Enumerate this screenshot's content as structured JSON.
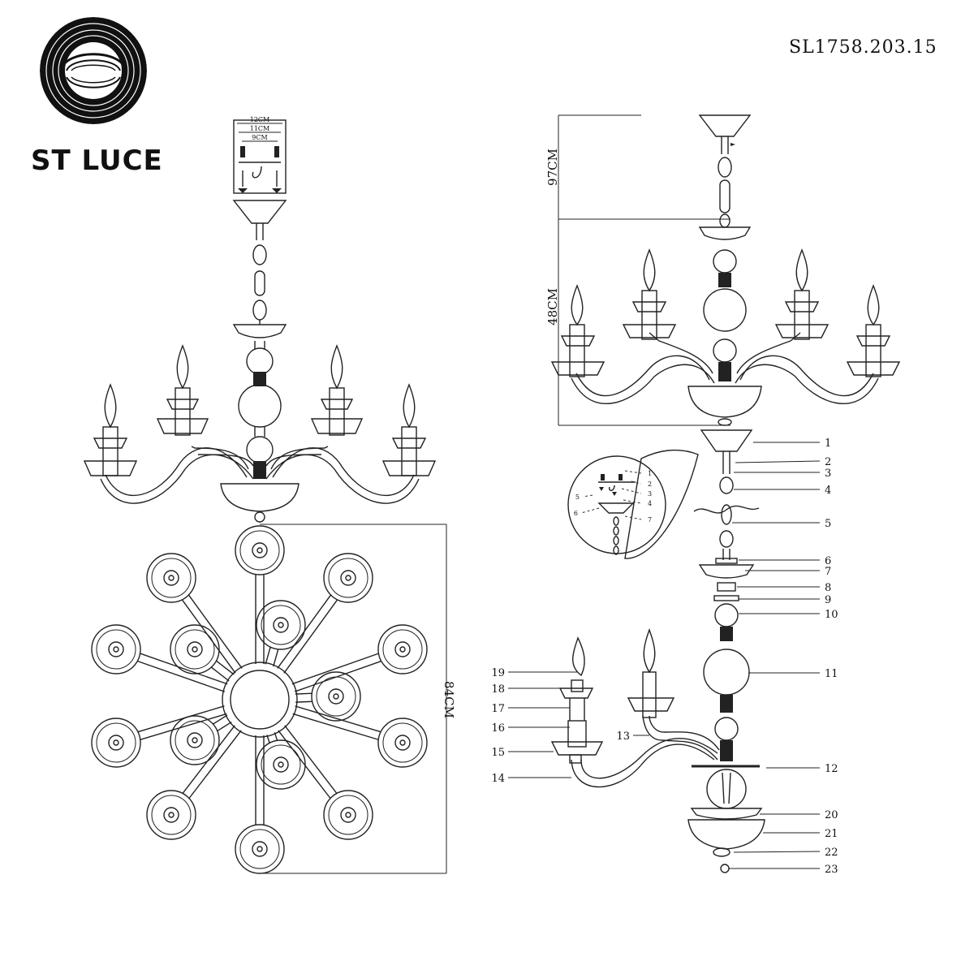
{
  "brand": {
    "name": "ST LUCE",
    "model": "SL1758.203.15"
  },
  "dimensions": {
    "bracket_outer": "12CM",
    "bracket_mid": "11CM",
    "bracket_inner": "9CM",
    "diameter": "84CM",
    "total_height": "97CM",
    "body_height": "48CM"
  },
  "parts": [
    "1",
    "2",
    "3",
    "4",
    "5",
    "6",
    "7",
    "8",
    "9",
    "10",
    "11",
    "12",
    "13",
    "14",
    "15",
    "16",
    "17",
    "18",
    "19",
    "20",
    "21",
    "22",
    "23"
  ],
  "inset_parts": [
    "1",
    "2",
    "3",
    "4",
    "5",
    "6",
    "7"
  ]
}
